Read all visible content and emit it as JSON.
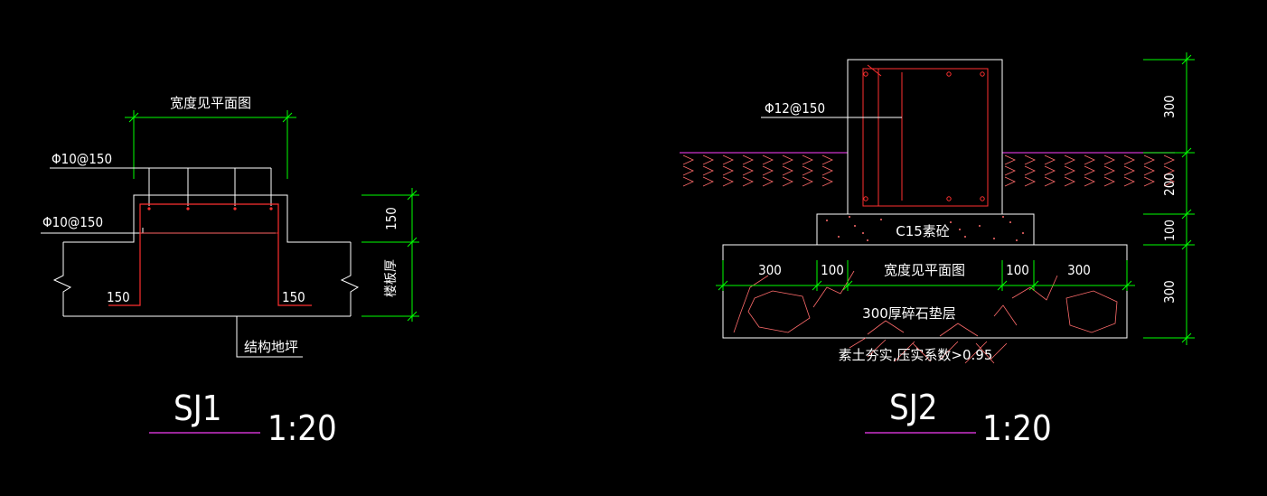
{
  "colors": {
    "background": "#000000",
    "outline": "#ffffff",
    "rebar": "#ff3030",
    "dimension": "#00ff00",
    "ground_line": "#cc33cc",
    "hatch": "#ff6b6b",
    "title_underline": "#cc33cc"
  },
  "sj1": {
    "width_note": "宽度见平面图",
    "rebar_top": "Φ10@150",
    "rebar_side": "Φ10@150",
    "dim_height": "150",
    "slab_thickness": "楼板厚",
    "leg_left": "150",
    "leg_right": "150",
    "floor_label": "结构地坪",
    "title": "SJ1",
    "scale": "1:20"
  },
  "sj2": {
    "rebar": "Φ12@150",
    "concrete_label": "C15素砼",
    "width_note": "宽度见平面图",
    "dims_bottom": [
      "300",
      "100",
      "100",
      "300"
    ],
    "gravel_label": "300厚碎石垫层",
    "soil_note": "素土夯实,压实系数>0.95",
    "dims_right": [
      "300",
      "200",
      "100",
      "300"
    ],
    "title": "SJ2",
    "scale": "1:20"
  }
}
